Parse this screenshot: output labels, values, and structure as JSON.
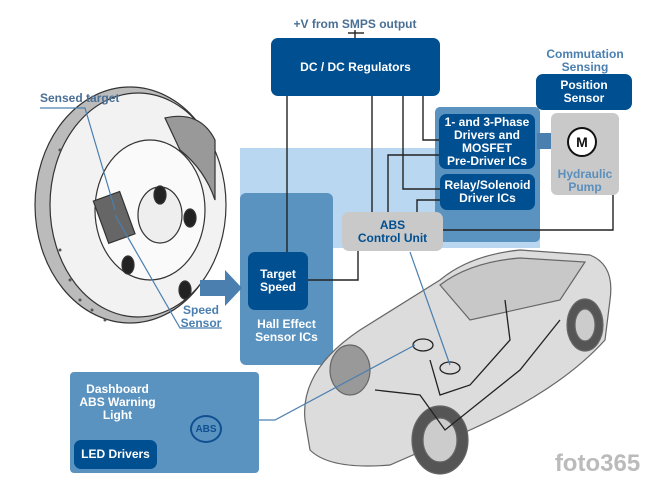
{
  "supply_label": "+V from SMPS output",
  "dc_dc": "DC / DC Regulators",
  "commutation": "Commutation\nSensing",
  "position_sensor": "Position\nSensor",
  "phase_drivers": "1- and 3-Phase\nDrivers and\nMOSFET\nPre-Driver ICs",
  "relay_drivers": "Relay/Solenoid\nDriver ICs",
  "motor_symbol": "M",
  "hydraulic_pump": "Hydraulic\nPump",
  "abs_control": "ABS\nControl Unit",
  "target_speed": "Target\nSpeed",
  "hall_effect": "Hall Effect\nSensor ICs",
  "sensed_target": "Sensed target",
  "speed_sensor": "Speed\nSensor",
  "dashboard": "Dashboard\nABS Warning\nLight",
  "abs_icon_text": "ABS",
  "led_drivers": "LED Drivers",
  "watermark": "foto365",
  "colors": {
    "dark_blue": "#004f91",
    "mid_blue": "#5b93c0",
    "light_blue": "#b9d7f0",
    "gray": "#c9c9c9"
  }
}
